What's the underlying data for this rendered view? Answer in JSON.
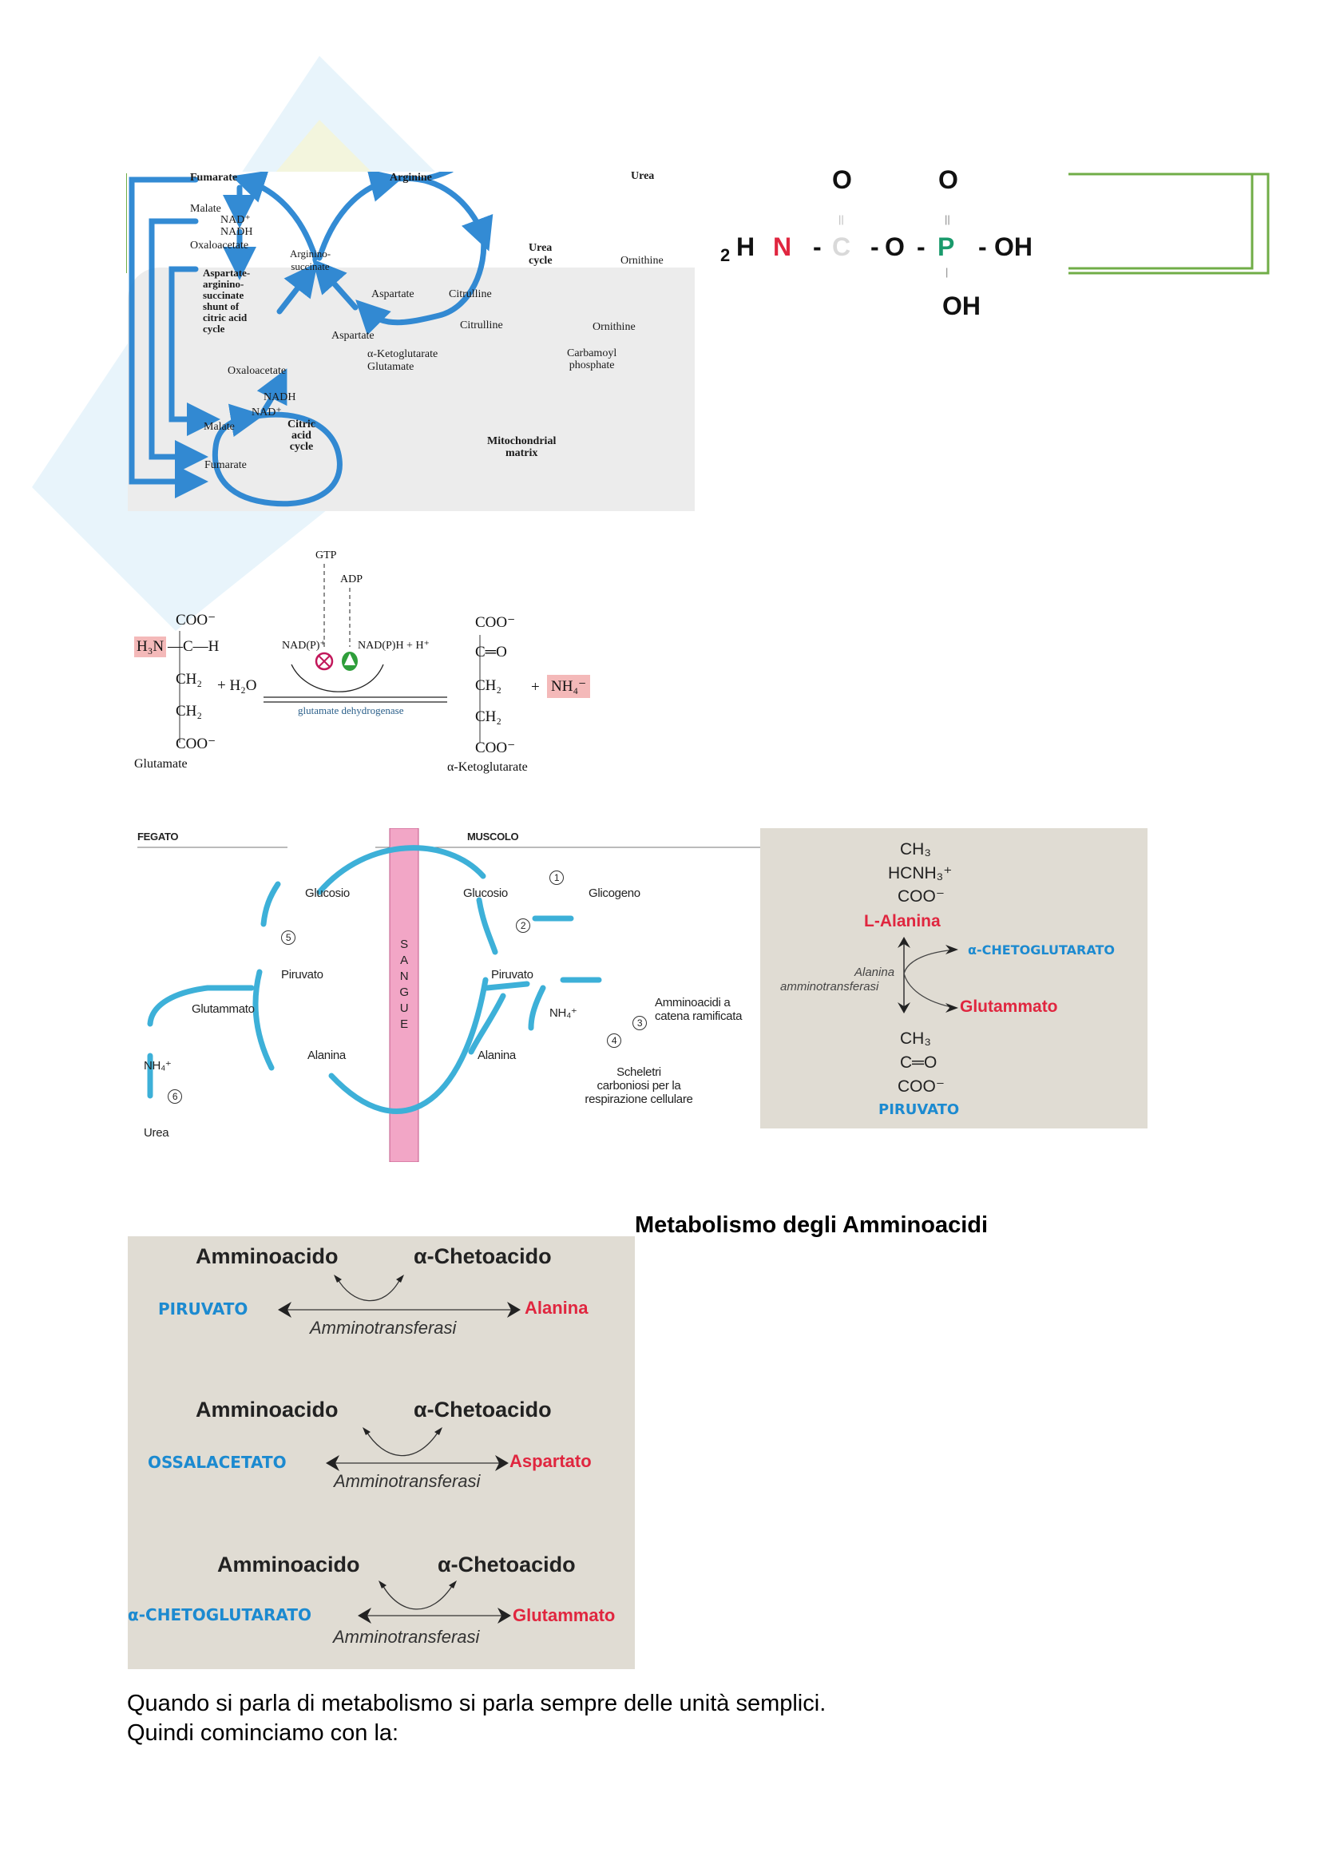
{
  "urea_figure": {
    "labels": {
      "fumarate_top": "Fumarate",
      "malate_top": "Malate",
      "nad_plus_top": "NAD⁺",
      "nadh_top": "NADH",
      "oxaloacetate_top": "Oxaloacetate",
      "argininosuccinate": "Arginino-\nsuccinate",
      "arginine": "Arginine",
      "urea": "Urea",
      "urea_cycle": "Urea\ncycle",
      "ornithine_top": "Ornithine",
      "aspartate_upper": "Aspartate",
      "citrulline_upper": "Citrulline",
      "citrulline_lower": "Citrulline",
      "ornithine_lower": "Ornithine",
      "carbamoyl_phosphate": "Carbamoyl\nphosphate",
      "shunt_title": "Aspartate-\narginino-\nsuccinate\nshunt of\ncitric acid\ncycle",
      "aspartate_lower": "Aspartate",
      "alpha_ketoglutarate": "α-Ketoglutarate",
      "glutamate": "Glutamate",
      "oxaloacetate_cycle": "Oxaloacetate",
      "nadh_cycle": "NADH",
      "nad_plus_cycle": "NAD⁺",
      "malate_cycle": "Malate",
      "citric_acid_cycle": "Citric\nacid\ncycle",
      "fumarate_cycle": "Fumarate",
      "mitochondrial_matrix": "Mitochondrial\nmatrix"
    }
  },
  "carbamoyl_formula": {
    "o_carbonyl": "O",
    "o_phosphoryl": "O",
    "h2n_sub": "2",
    "h": "H",
    "n": "N",
    "dash1": "-",
    "c": "C",
    "dash2": "-",
    "o_bridge": "O",
    "dash3": "-",
    "p": "P",
    "dash4": "-",
    "oh_right": "OH",
    "oh_bottom": "OH",
    "colors": {
      "n": "#e0263f",
      "c": "#d9d9d9",
      "p": "#1a9a6c",
      "bracket": "#70ad47"
    }
  },
  "gdh_reaction": {
    "gtp": "GTP",
    "adp": "ADP",
    "nadp_plus": "NAD(P)⁺",
    "nadph": "NAD(P)H + H⁺",
    "glutamate_coo_top": "COO⁻",
    "h3n": "H₃N",
    "ch": "—C—H",
    "ch2_a": "CH₂",
    "ch2_b": "CH₂",
    "coo_bottom": "COO⁻",
    "plus_h2o": "+ H₂O",
    "enzyme": "glutamate dehydrogenase",
    "glutamate_name": "Glutamate",
    "akg_coo_top": "COO⁻",
    "c_o": "C═O",
    "akg_ch2_a": "CH₂",
    "akg_ch2_b": "CH₂",
    "akg_coo_bottom": "COO⁻",
    "plus": "+",
    "nh4": "NH₄⁻",
    "akg_name": "α-Ketoglutarate",
    "highlight_color": "#f4b9b9"
  },
  "glucose_alanine_cycle": {
    "fegato": "FEGATO",
    "muscolo": "MUSCOLO",
    "sangue_letters": [
      "S",
      "A",
      "N",
      "G",
      "U",
      "E"
    ],
    "liver": {
      "glucosio": "Glucosio",
      "piruvato": "Piruvato",
      "glutammato": "Glutammato",
      "alanina": "Alanina",
      "nh4": "NH₄⁺",
      "urea": "Urea",
      "step5": "5",
      "step6": "6"
    },
    "muscle": {
      "glucosio": "Glucosio",
      "glicogeno": "Glicogeno",
      "piruvato": "Piruvato",
      "nh4": "NH₄⁺",
      "alanina": "Alanina",
      "amminoacidi": "Amminoacidi a",
      "catena": "catena ramificata",
      "scheletri1": "Scheletri",
      "scheletri2": "carboniosi per la",
      "scheletri3": "respirazione cellulare",
      "step1": "1",
      "step2": "2",
      "step3": "3",
      "step4": "4"
    }
  },
  "alt_panel": {
    "ch3_top": "CH₃",
    "hcnh3": "HCNH₃⁺",
    "coo_top": "COO⁻",
    "l_alanina": "L-Alanina",
    "alpha_ketoglutarato": "α-CHETOGLUTARATO",
    "enzyme_line1": "Alanina",
    "enzyme_line2": "amminotransferasi",
    "glutammato": "Glutammato",
    "ch3_bottom": "CH₃",
    "c_o": "C═O",
    "coo_bottom": "COO⁻",
    "piruvato": "PIRUVATO"
  },
  "heading": "Metabolismo degli Amminoacidi",
  "transaminase_panel": {
    "reactions": [
      {
        "amino": "Amminoacido",
        "keto": "α-Chetoacido",
        "left": "PIRUVATO",
        "right": "Alanina",
        "enzyme": "Amminotransferasi"
      },
      {
        "amino": "Amminoacido",
        "keto": "α-Chetoacido",
        "left": "OSSALACETATO",
        "right": "Aspartato",
        "enzyme": "Amminotransferasi"
      },
      {
        "amino": "Amminoacido",
        "keto": "α-Chetoacido",
        "left": "α-CHETOGLUTARATO",
        "right": "Glutammato",
        "enzyme": "Amminotransferasi"
      }
    ]
  },
  "body_text": {
    "line1": "Quando si parla di metabolismo si parla sempre delle unità semplici.",
    "line2": "Quindi cominciamo con la:"
  },
  "colors": {
    "pathway_blue": "#1e7fd0",
    "panel_beige": "#e0dcd3",
    "label_red": "#e0263f",
    "label_blue": "#1c8ad0",
    "sangue_pink": "#f2a6c6"
  }
}
